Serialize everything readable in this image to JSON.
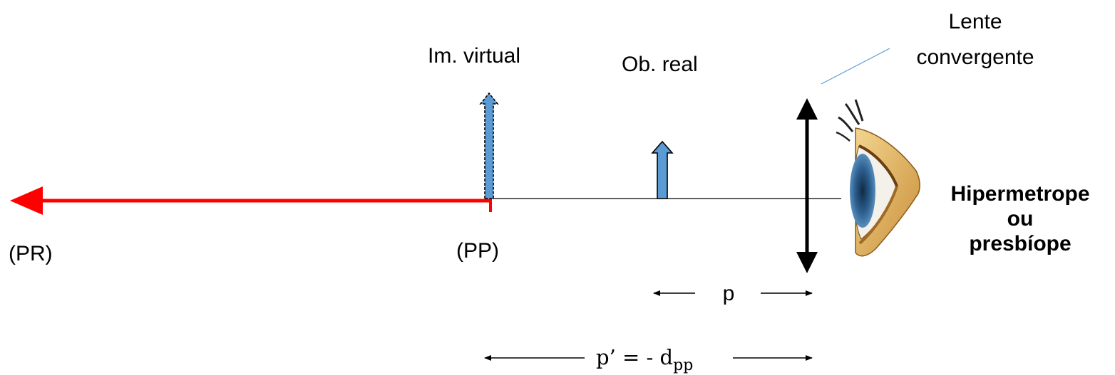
{
  "labels": {
    "pr": "(PR)",
    "pp": "(PP)",
    "image": "Im. virtual",
    "object": "Ob. real",
    "lens_line1": "Lente",
    "lens_line2": "convergente",
    "condition_line1": "Hipermetrope",
    "condition_line2": "ou",
    "condition_line3": "presbíope",
    "p": "p",
    "p_prime_prefix": "p’ = - d",
    "p_prime_subscript": "pp"
  },
  "colors": {
    "far_point_ray": "#ff0000",
    "object_arrow": "#5b9bd5",
    "optical_axis": "#000000",
    "lens": "#000000",
    "leader_line": "#5b9bd5",
    "eye_skin": "#e6b96a",
    "eye_iris": "#3a6fa0"
  },
  "icons": {
    "eye": "eye-icon"
  }
}
